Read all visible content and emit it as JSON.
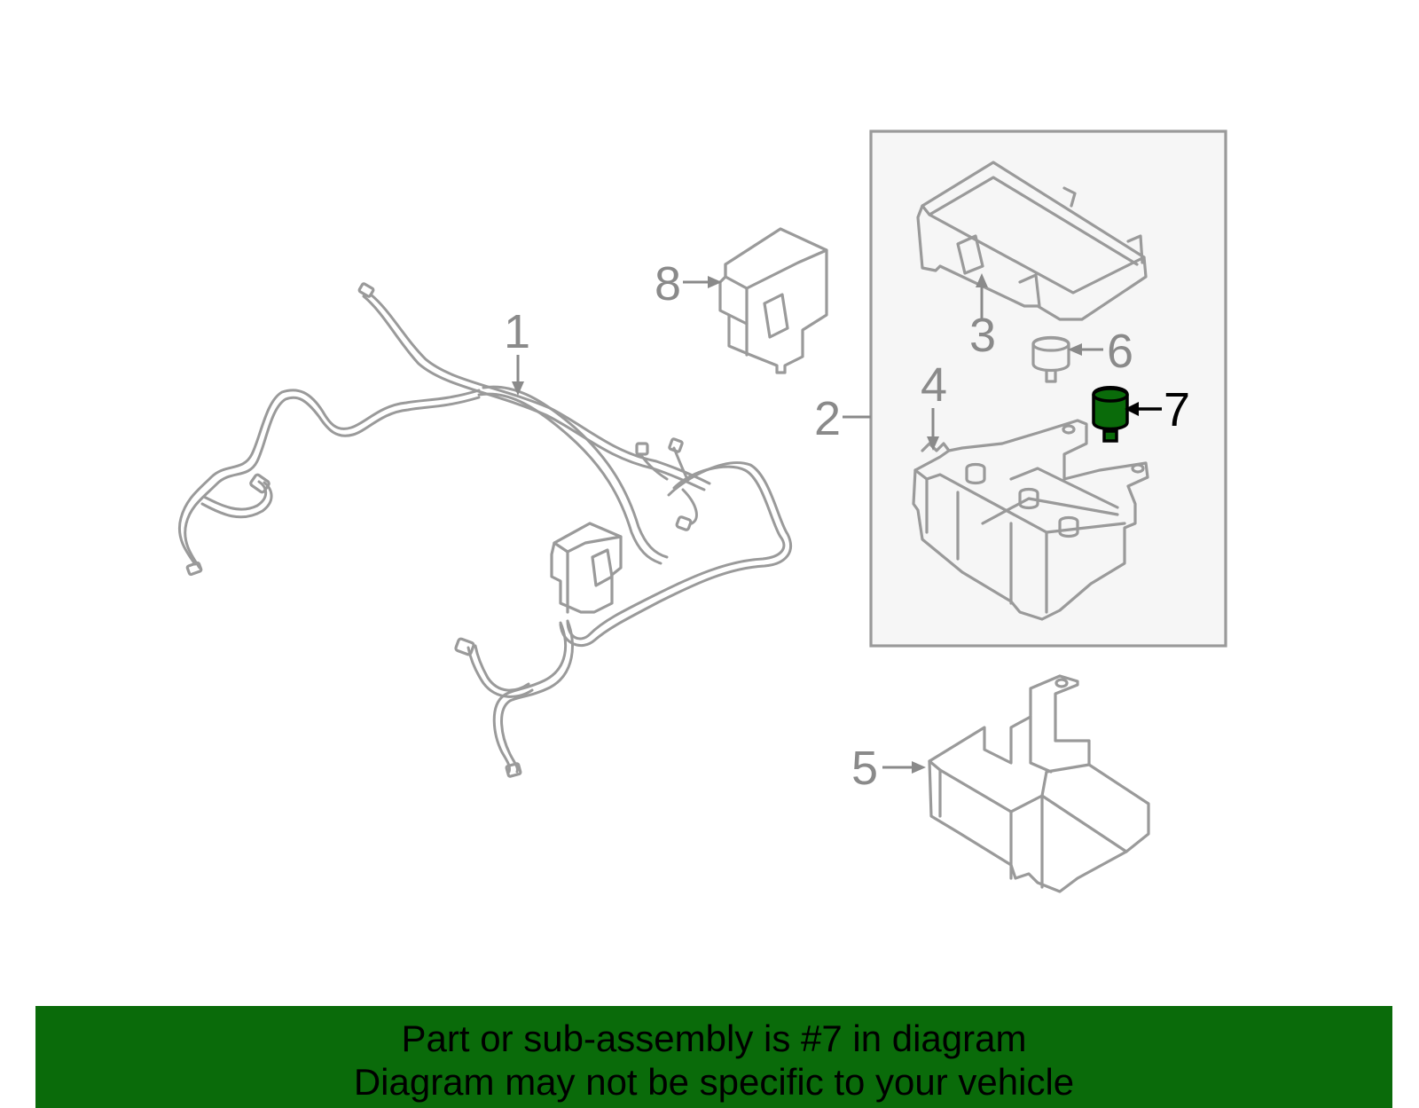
{
  "callouts": {
    "c1": "1",
    "c2": "2",
    "c3": "3",
    "c4": "4",
    "c5": "5",
    "c6": "6",
    "c7": "7",
    "c8": "8"
  },
  "highlight_part": "7",
  "banner": {
    "line1": "Part or sub-assembly is #7 in diagram",
    "line2": "Diagram may not be specific to your vehicle"
  },
  "colors": {
    "line_art": "#9a9a9a",
    "highlight_fill": "#0a6b0a",
    "banner_bg": "#0a6b0a",
    "inset_bg": "#f6f6f6"
  }
}
